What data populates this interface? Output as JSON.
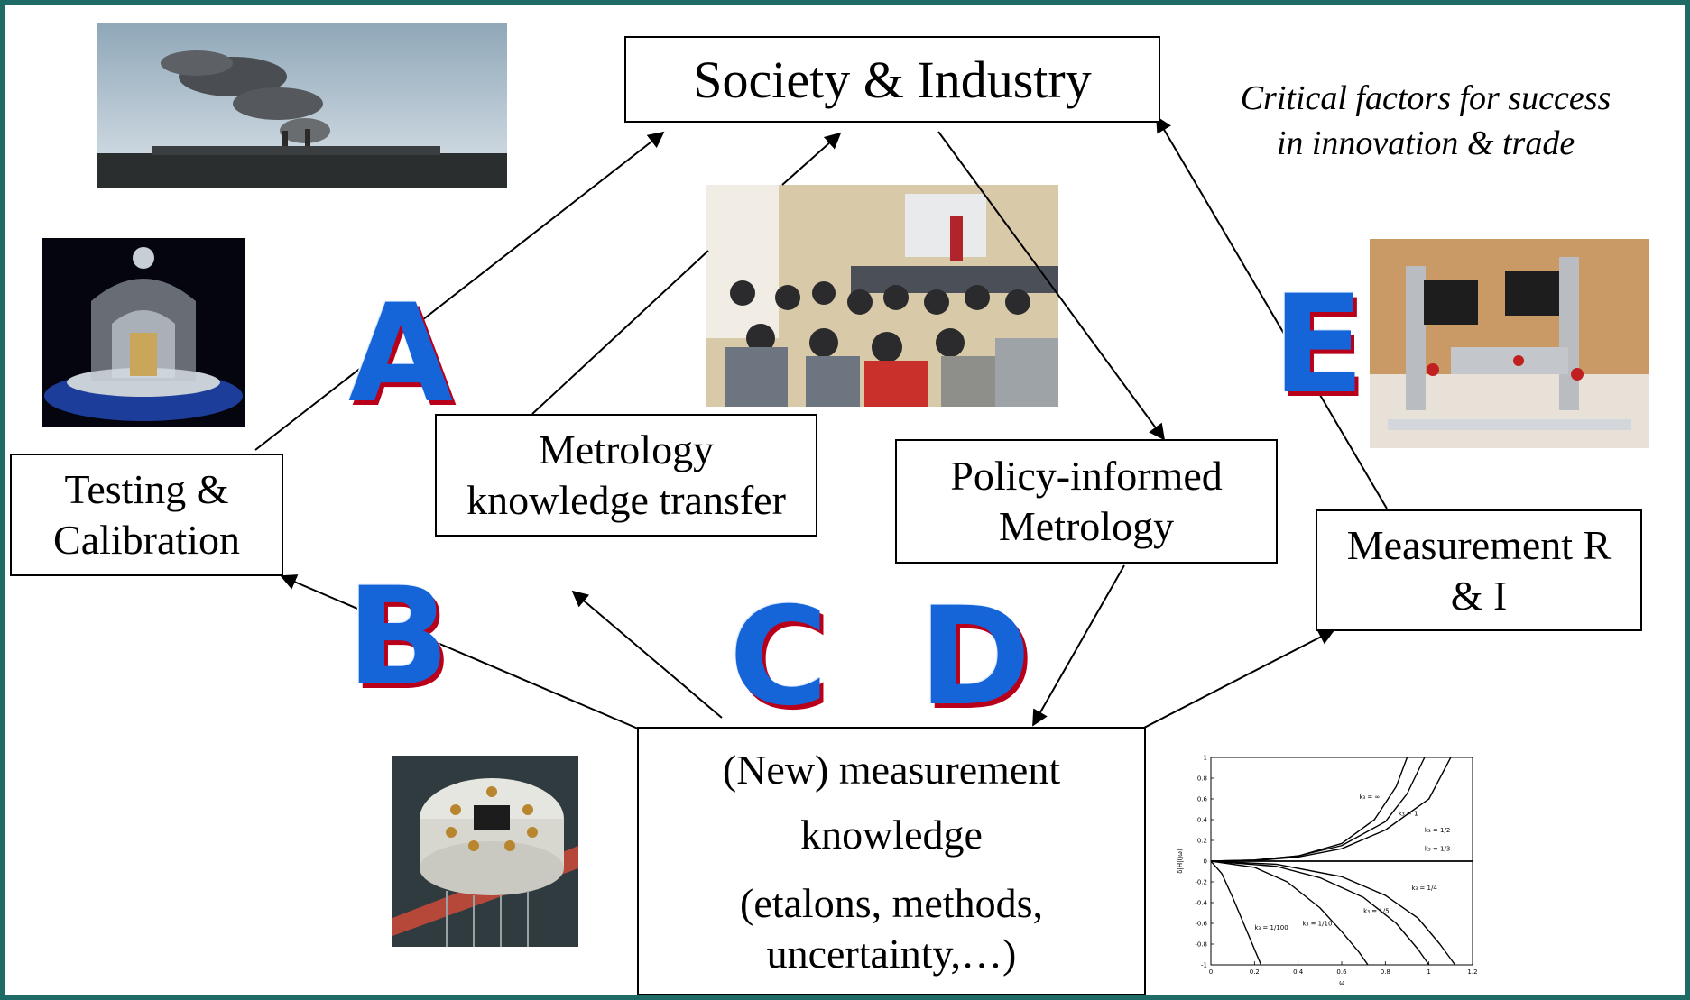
{
  "nodes": {
    "society_industry": "Society & Industry",
    "testing_calibration": [
      "Testing &",
      "Calibration"
    ],
    "metrology_transfer": [
      "Metrology",
      "knowledge transfer"
    ],
    "policy_metrology": [
      "Policy-informed",
      "Metrology"
    ],
    "measurement_ri": [
      "Measurement R",
      "& I"
    ],
    "new_knowledge": [
      "(New) measurement",
      "knowledge",
      "(etalons, methods,",
      "uncertainty,…)"
    ]
  },
  "caption": {
    "line1": "Critical factors for success",
    "line2": "in innovation & trade"
  },
  "letters": {
    "a": "A",
    "b": "B",
    "c": "C",
    "d": "D",
    "e": "E"
  },
  "chart_data": {
    "type": "line",
    "title": "",
    "xlabel": "ω",
    "ylabel": "δ|H|(jω)",
    "xlim": [
      0,
      1.2
    ],
    "ylim": [
      -1,
      1
    ],
    "xticks": [
      "0",
      "0.2",
      "0.4",
      "0.6",
      "0.8",
      "1",
      "1.2"
    ],
    "yticks": [
      "-1",
      "-0.8",
      "-0.6",
      "-0.4",
      "-0.2",
      "0",
      "0.2",
      "0.4",
      "0.6",
      "0.8",
      "1"
    ],
    "series": [
      {
        "name": "k₃ = ∞",
        "x": [
          0,
          0.2,
          0.4,
          0.6,
          0.75,
          0.85,
          0.9
        ],
        "y": [
          0,
          0.01,
          0.05,
          0.17,
          0.4,
          0.72,
          1.0
        ]
      },
      {
        "name": "k₃ = 1",
        "x": [
          0,
          0.2,
          0.4,
          0.6,
          0.8,
          0.9,
          0.98
        ],
        "y": [
          0,
          0.01,
          0.05,
          0.15,
          0.38,
          0.65,
          1.0
        ]
      },
      {
        "name": "k₃ = 1/2",
        "x": [
          0,
          0.2,
          0.4,
          0.6,
          0.8,
          1.0,
          1.1
        ],
        "y": [
          0,
          0.005,
          0.04,
          0.12,
          0.3,
          0.6,
          1.0
        ]
      },
      {
        "name": "k₃ = 1/3",
        "x": [
          0,
          0.4,
          0.8,
          1.2
        ],
        "y": [
          0,
          0,
          0,
          0
        ]
      },
      {
        "name": "k₃ = 1/4",
        "x": [
          0,
          0.3,
          0.6,
          0.8,
          0.95,
          1.05,
          1.12
        ],
        "y": [
          0,
          -0.03,
          -0.15,
          -0.33,
          -0.55,
          -0.8,
          -1.0
        ]
      },
      {
        "name": "k₃ = 1/5",
        "x": [
          0,
          0.3,
          0.5,
          0.7,
          0.85,
          0.95,
          1.0
        ],
        "y": [
          0,
          -0.05,
          -0.16,
          -0.35,
          -0.6,
          -0.85,
          -1.0
        ]
      },
      {
        "name": "k₃ = 1/10",
        "x": [
          0,
          0.2,
          0.35,
          0.5,
          0.6,
          0.68,
          0.72
        ],
        "y": [
          0,
          -0.06,
          -0.2,
          -0.45,
          -0.68,
          -0.88,
          -1.0
        ]
      },
      {
        "name": "k₃ = 1/100",
        "x": [
          0,
          0.05,
          0.1,
          0.14,
          0.18,
          0.21,
          0.23
        ],
        "y": [
          0,
          -0.12,
          -0.35,
          -0.55,
          -0.75,
          -0.9,
          -1.0
        ]
      }
    ],
    "labels": [
      {
        "text": "k₃ = ∞",
        "x": 0.68,
        "y": 0.6
      },
      {
        "text": "k₃ = 1",
        "x": 0.86,
        "y": 0.44
      },
      {
        "text": "k₃ = 1/2",
        "x": 0.98,
        "y": 0.28
      },
      {
        "text": "k₃ = 1/3",
        "x": 0.98,
        "y": 0.1
      },
      {
        "text": "k₃ = 1/4",
        "x": 0.92,
        "y": -0.28
      },
      {
        "text": "k₃ = 1/5",
        "x": 0.7,
        "y": -0.5
      },
      {
        "text": "k₃ = 1/10",
        "x": 0.42,
        "y": -0.62
      },
      {
        "text": "k₃ = 1/100",
        "x": 0.2,
        "y": -0.66
      }
    ]
  }
}
